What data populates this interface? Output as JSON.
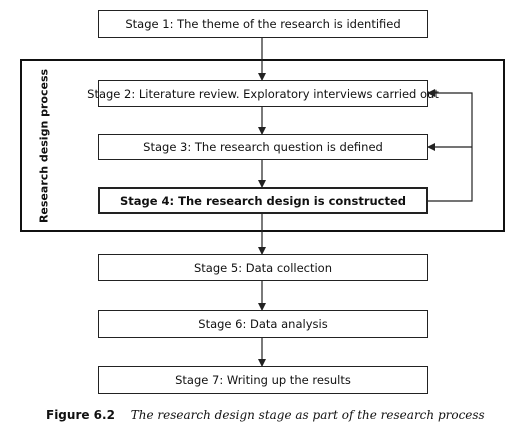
{
  "diagram": {
    "phase_label": "Research design process",
    "stages": [
      "Stage 1: The theme of the research is identified",
      "Stage 2: Literature review. Exploratory interviews carried out",
      "Stage 3: The research question is defined",
      "Stage 4: The research design is constructed",
      "Stage 5: Data collection",
      "Stage 6: Data analysis",
      "Stage 7: Writing up the results"
    ]
  },
  "caption": {
    "figure_label": "Figure 6.2",
    "text": "The research design stage as part of the research process"
  },
  "colors": {
    "line": "#222222",
    "background": "#ffffff"
  }
}
